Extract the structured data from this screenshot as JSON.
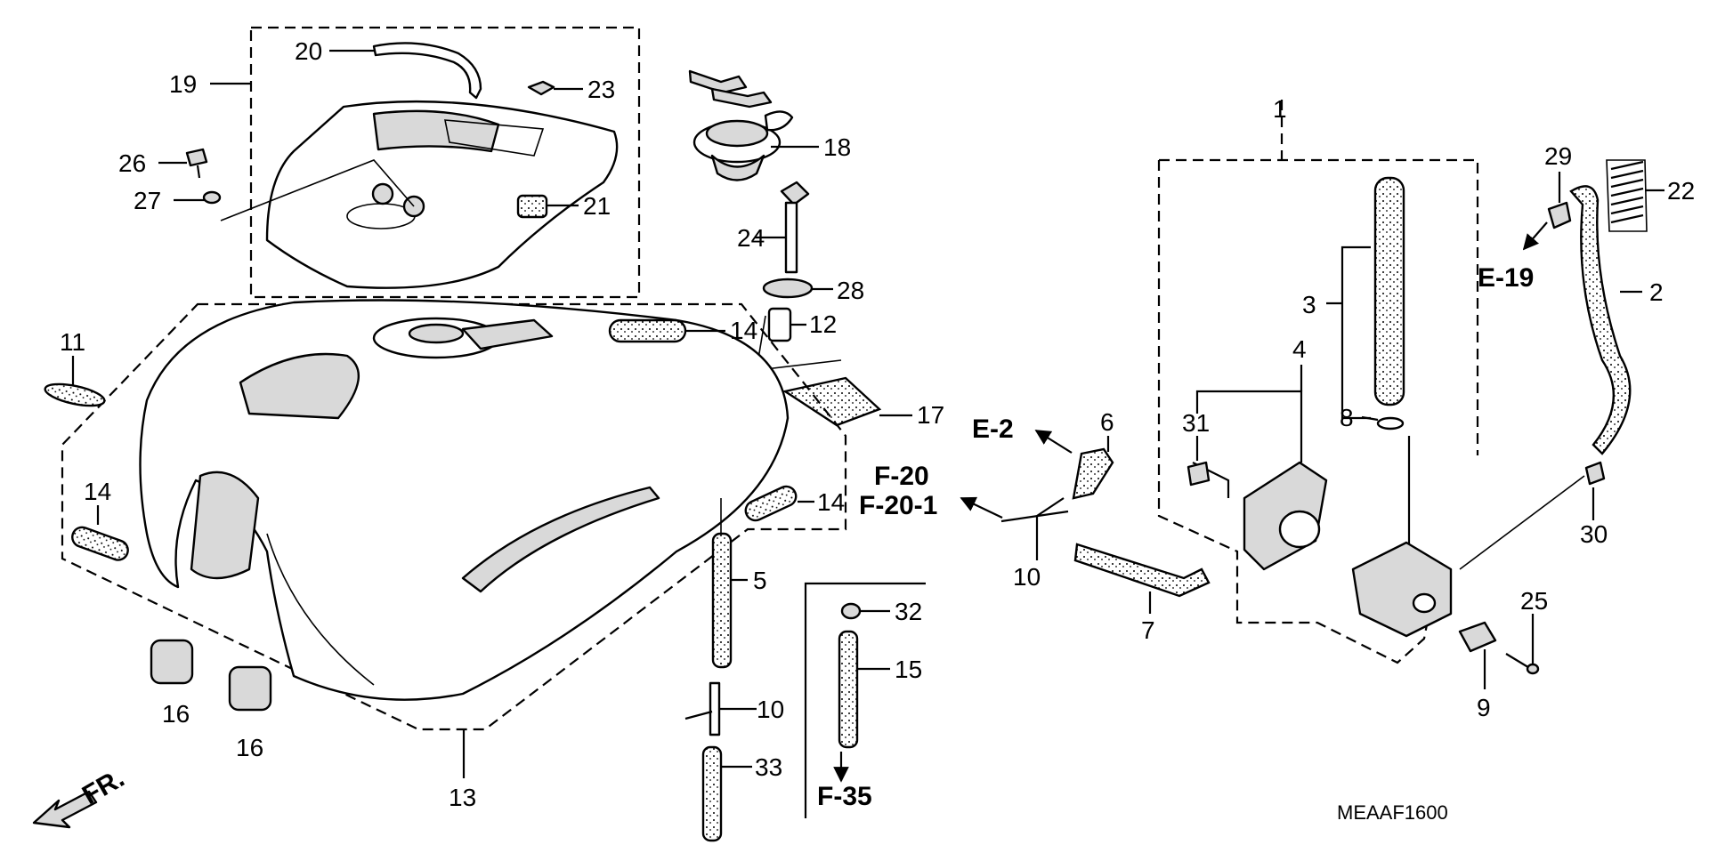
{
  "diagram": {
    "code": "MEAAF1600",
    "direction_label": "FR.",
    "part_labels": {
      "p1": "1",
      "p2": "2",
      "p3": "3",
      "p4": "4",
      "p5": "5",
      "p6": "6",
      "p7": "7",
      "p8": "8",
      "p9": "9",
      "p10a": "10",
      "p10b": "10",
      "p11": "11",
      "p12": "12",
      "p13": "13",
      "p14a": "14",
      "p14b": "14",
      "p14c": "14",
      "p15": "15",
      "p16a": "16",
      "p16b": "16",
      "p17": "17",
      "p18": "18",
      "p19": "19",
      "p20": "20",
      "p21": "21",
      "p22": "22",
      "p23": "23",
      "p24": "24",
      "p25": "25",
      "p26": "26",
      "p27": "27",
      "p28": "28",
      "p29": "29",
      "p30": "30",
      "p31": "31",
      "p32": "32",
      "p33": "33"
    },
    "ref_labels": {
      "e2": "E-2",
      "e19": "E-19",
      "f20": "F-20",
      "f201": "F-20-1",
      "f35": "F-35"
    }
  }
}
